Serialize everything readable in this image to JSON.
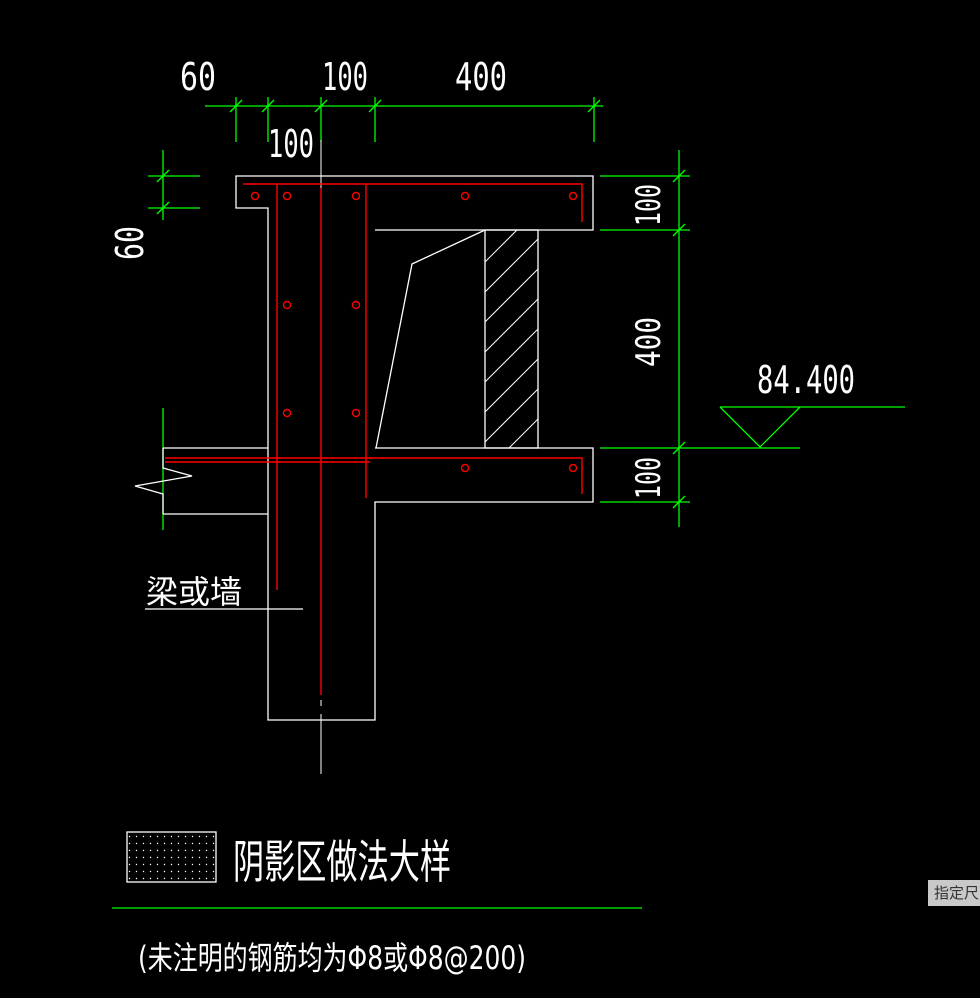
{
  "dimensions": {
    "top": [
      "60",
      "100",
      "400"
    ],
    "column_width": "100",
    "left_vertical": "60",
    "right_vertical": [
      "100",
      "400",
      "100"
    ]
  },
  "elevation": "84.400",
  "beam_or_wall_label": "梁或墙",
  "legend_title": "阴影区做法大样",
  "note": "(未注明的钢筋均为Φ8或Φ8@200)",
  "command_tooltip": "指定尺",
  "colors": {
    "background": "#000000",
    "outline": "#ffffff",
    "rebar": "#ff0000",
    "dimension": "#00ff00"
  }
}
